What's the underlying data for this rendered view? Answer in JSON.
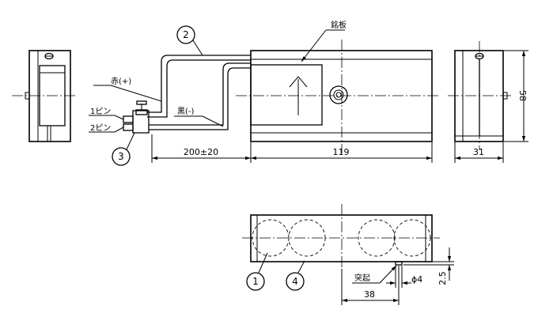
{
  "balloons": {
    "b1": "1",
    "b2": "2",
    "b3": "3",
    "b4": "4"
  },
  "labels": {
    "nameplate": "銘板",
    "red_wire": "赤(+)",
    "black_wire": "黒(-)",
    "pin1": "1ピン",
    "pin2": "2ピン",
    "protrusion": "突起"
  },
  "dimensions": {
    "lead_length": "200±20",
    "body_length": "119",
    "side_width": "31",
    "height": "58",
    "protrusion_pos": "38",
    "protrusion_dia": "ϕ4",
    "protrusion_h": "2.5"
  }
}
